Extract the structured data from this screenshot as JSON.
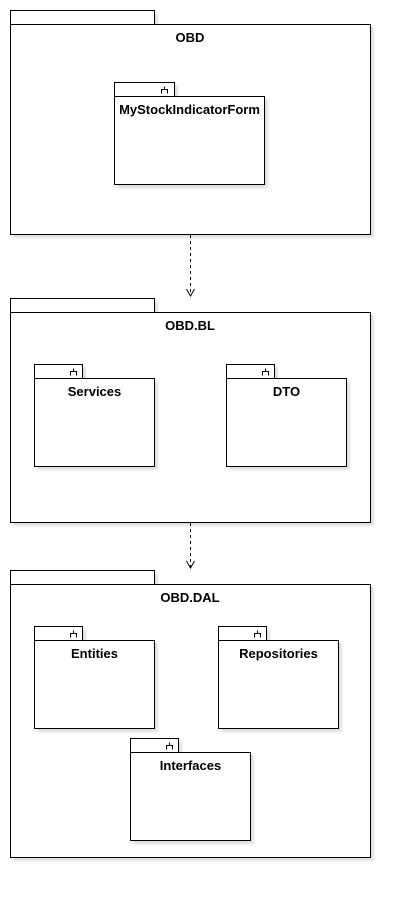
{
  "packages": {
    "obd": {
      "name": "OBD",
      "children": {
        "form": {
          "name": "MyStockIndicatorForm"
        }
      }
    },
    "obd_bl": {
      "name": "OBD.BL",
      "children": {
        "services": {
          "name": "Services"
        },
        "dto": {
          "name": "DTO"
        }
      }
    },
    "obd_dal": {
      "name": "OBD.DAL",
      "children": {
        "entities": {
          "name": "Entities"
        },
        "repositories": {
          "name": "Repositories"
        },
        "interfaces": {
          "name": "Interfaces"
        }
      }
    }
  },
  "dependencies": [
    {
      "from": "OBD",
      "to": "OBD.BL",
      "style": "dashed"
    },
    {
      "from": "OBD.BL",
      "to": "OBD.DAL",
      "style": "dashed"
    }
  ],
  "colors": {
    "stroke": "#000000",
    "fill": "#ffffff",
    "shadow": "#e6e6e6"
  }
}
